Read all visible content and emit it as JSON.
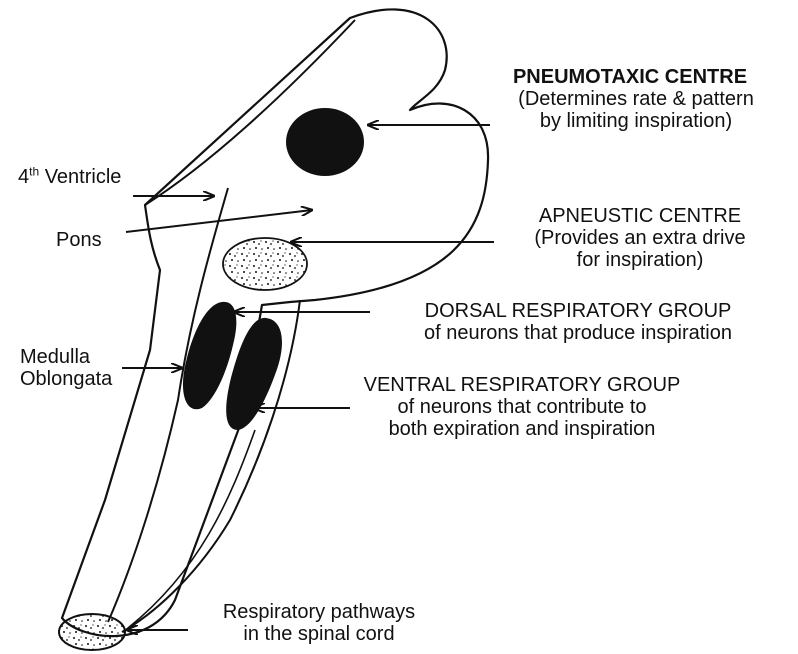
{
  "labels": {
    "ventricle": {
      "base": "4",
      "sup": "th",
      "rest": " Ventricle"
    },
    "pons": "Pons",
    "medulla": [
      "Medulla",
      "Oblongata"
    ],
    "pneumotaxic": {
      "title": "PNEUMOTAXIC CENTRE",
      "desc": [
        "(Determines rate & pattern",
        "by limiting inspiration)"
      ]
    },
    "apneustic": {
      "title": "APNEUSTIC CENTRE",
      "desc": [
        "(Provides an extra drive",
        "for inspiration)"
      ]
    },
    "dorsal": {
      "title": "DORSAL RESPIRATORY GROUP",
      "desc": "of neurons that produce inspiration"
    },
    "ventral": {
      "title": "VENTRAL RESPIRATORY GROUP",
      "desc": [
        "of neurons that contribute to",
        "both expiration and inspiration"
      ]
    },
    "spinal": [
      "Respiratory pathways",
      "in the spinal cord"
    ]
  },
  "colors": {
    "ink": "#111111",
    "background": "#ffffff"
  }
}
